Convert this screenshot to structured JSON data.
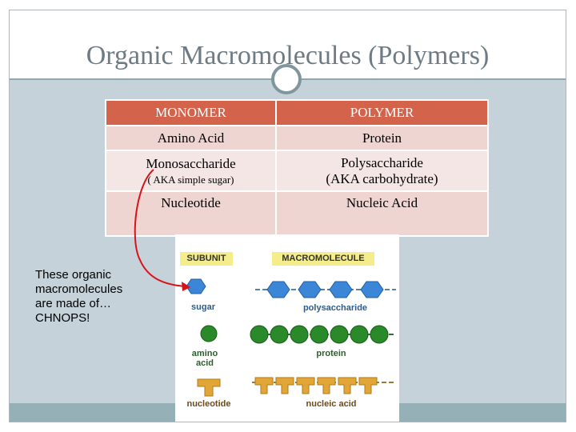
{
  "slide": {
    "title": "Organic Macromolecules (Polymers)"
  },
  "table": {
    "headers": [
      "MONOMER",
      "POLYMER"
    ],
    "rows": [
      {
        "monomer": "Amino Acid",
        "monomer_note": "",
        "polymer": "Protein",
        "polymer_note": ""
      },
      {
        "monomer": "Monosaccharide",
        "monomer_note": "( AKA simple sugar)",
        "polymer": "Polysaccharide",
        "polymer_note": "(AKA carbohydrate)"
      },
      {
        "monomer": "Nucleotide",
        "monomer_note": "",
        "polymer": "Nucleic Acid",
        "polymer_note": ""
      }
    ]
  },
  "side_note": {
    "lines": [
      "These organic",
      "macromolecules",
      "are made of…",
      "CHNOPS!"
    ]
  },
  "figure": {
    "subunit_label": "SUBUNIT",
    "macromolecule_label": "MACROMOLECULE",
    "items": [
      {
        "subunit": "sugar",
        "polymer": "polysaccharide",
        "shape": "hexagon",
        "color": "#3b86d6"
      },
      {
        "subunit": "amino acid",
        "polymer": "protein",
        "shape": "circle",
        "color": "#2a8a2a"
      },
      {
        "subunit": "nucleotide",
        "polymer": "nucleic acid",
        "shape": "t-block",
        "color": "#e2a537"
      }
    ]
  },
  "colors": {
    "header_bg": "#d3634a",
    "row_bg": "#eed5d2",
    "content_bg": "#c5d2d9",
    "arrow": "#d8121b"
  }
}
